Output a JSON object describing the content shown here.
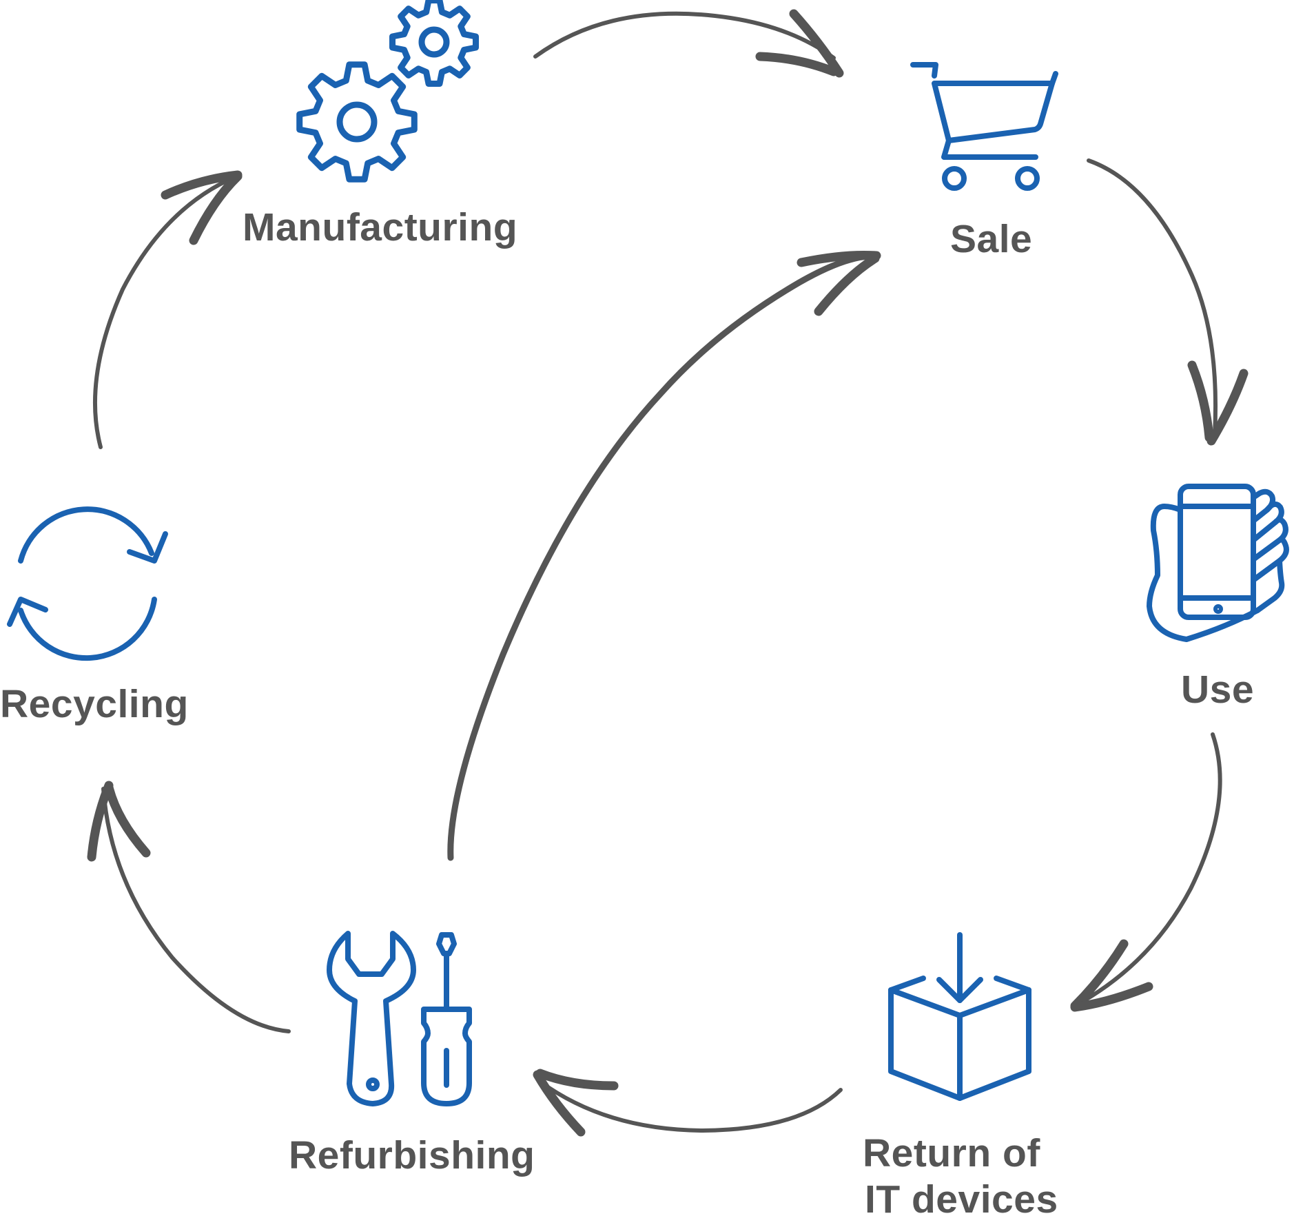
{
  "colors": {
    "icon": "#1a62b1",
    "arrow": "#555555",
    "text": "#555555",
    "background": "#ffffff"
  },
  "stages": [
    {
      "id": "manufacturing",
      "label": "Manufacturing",
      "icon": "gears-icon"
    },
    {
      "id": "sale",
      "label": "Sale",
      "icon": "shopping-cart-icon"
    },
    {
      "id": "use",
      "label": "Use",
      "icon": "hand-phone-icon"
    },
    {
      "id": "return",
      "label_line1": "Return of",
      "label_line2": "IT devices",
      "icon": "box-arrow-down-icon"
    },
    {
      "id": "refurbishing",
      "label": "Refurbishing",
      "icon": "wrench-screwdriver-icon"
    },
    {
      "id": "recycling",
      "label": "Recycling",
      "icon": "recycle-arrows-icon"
    }
  ],
  "flows": [
    {
      "from": "manufacturing",
      "to": "sale"
    },
    {
      "from": "sale",
      "to": "use"
    },
    {
      "from": "use",
      "to": "return"
    },
    {
      "from": "return",
      "to": "refurbishing"
    },
    {
      "from": "refurbishing",
      "to": "recycling"
    },
    {
      "from": "recycling",
      "to": "manufacturing"
    },
    {
      "from": "refurbishing",
      "to": "sale"
    }
  ]
}
